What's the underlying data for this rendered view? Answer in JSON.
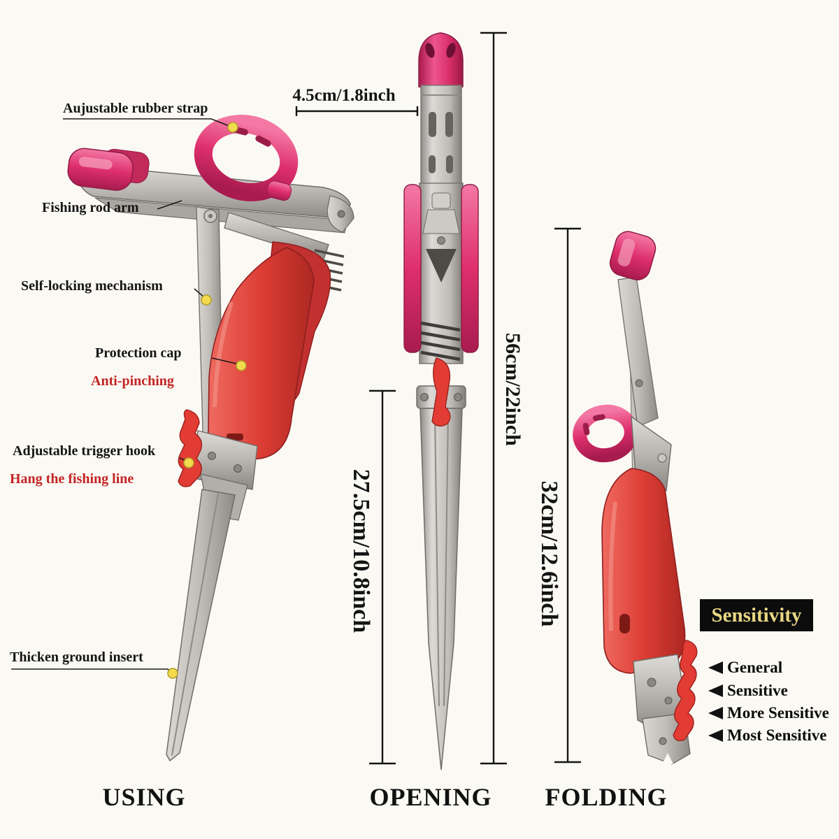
{
  "callouts": {
    "rubber_strap": "Aujustable rubber strap",
    "rod_arm": "Fishing rod arm",
    "self_locking": "Self-locking mechanism",
    "protection_cap": "Protection cap",
    "anti_pinching": "Anti-pinching",
    "trigger_hook": "Adjustable trigger hook",
    "hang_line": "Hang the fishing line",
    "ground_insert": "Thicken ground insert"
  },
  "dimensions": {
    "cap_width": "4.5cm/1.8inch",
    "open_height": "56cm/22inch",
    "spike_height": "27.5cm/10.8inch",
    "fold_height": "32cm/12.6inch"
  },
  "sensitivity": {
    "title": "Sensitivity",
    "levels": [
      "General",
      "Sensitive",
      "More Sensitive",
      "Most Sensitive"
    ]
  },
  "captions": {
    "using": "USING",
    "opening": "OPENING",
    "folding": "FOLDING"
  },
  "colors": {
    "background": "#fbf9f4",
    "steel": "#b9b6b1",
    "pink": "#de2f6c",
    "red": "#dd3d35",
    "accent_text_red": "#c32424",
    "sensitivity_bg": "#0c0c0c",
    "sensitivity_text": "#e9d784",
    "callout_dot": "#f2dc4e"
  }
}
